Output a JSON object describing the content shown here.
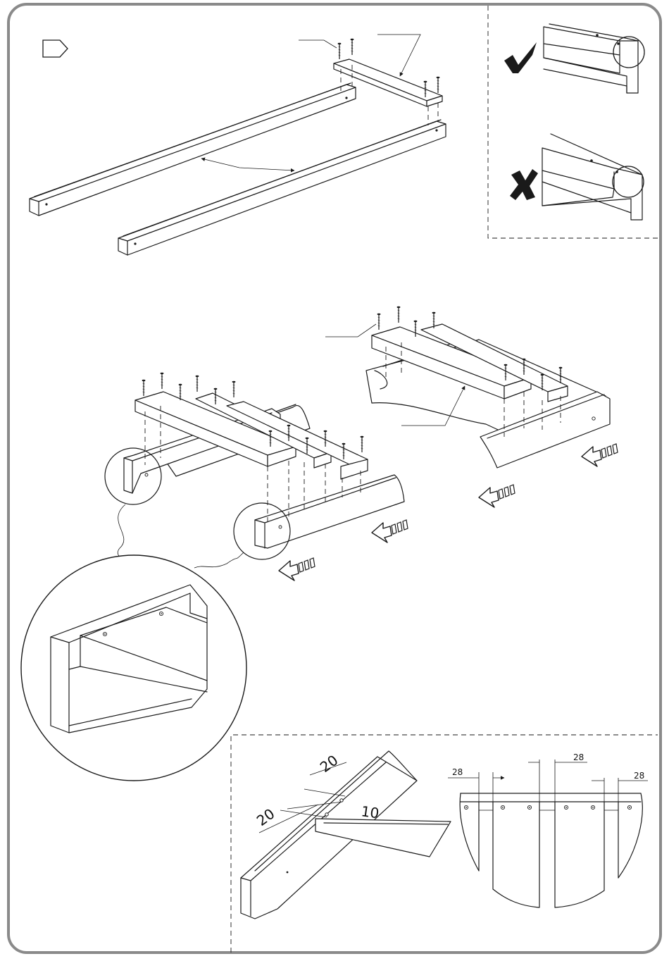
{
  "diagram": {
    "border_color": "#8a8a8a",
    "line_color": "#1a1a1a",
    "background": "#ffffff",
    "step_marker": "pentagon-step-tag",
    "correct_mark": "check-icon",
    "wrong_mark": "cross-icon",
    "direction_arrow": "push-arrow-icon",
    "dimensions": {
      "offset_a": "20",
      "offset_b": "20",
      "hole_inset": "10",
      "gap_left": "28",
      "gap_middle": "28",
      "gap_right": "28"
    }
  }
}
